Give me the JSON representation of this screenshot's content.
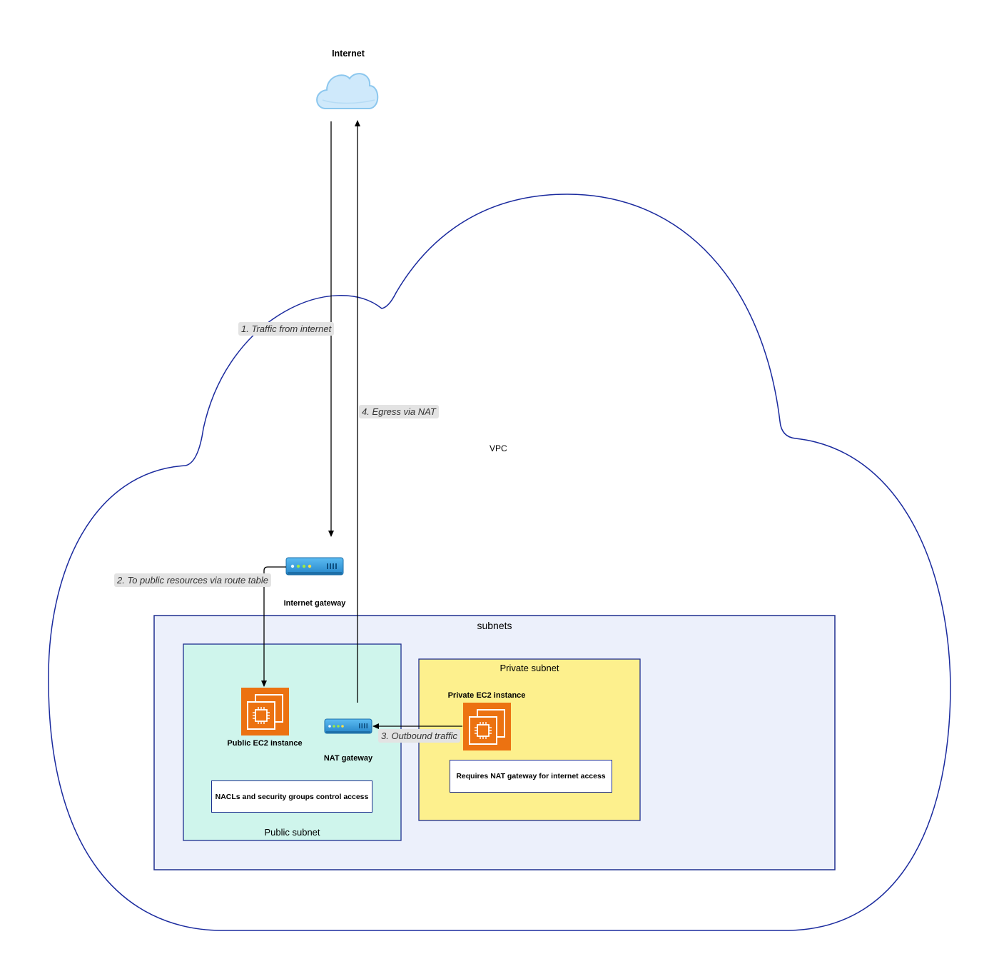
{
  "internet": {
    "label": "Internet"
  },
  "vpc": {
    "label": "VPC"
  },
  "subnets": {
    "label": "subnets"
  },
  "public_subnet": {
    "label": "Public subnet",
    "note": "NACLs and security groups control access"
  },
  "private_subnet": {
    "label": "Private subnet",
    "note": "Requires NAT gateway for internet access"
  },
  "nodes": {
    "internet_gateway": "Internet gateway",
    "nat_gateway": "NAT gateway",
    "public_ec2": "Public EC2 instance",
    "private_ec2": "Private EC2 instance"
  },
  "edges": {
    "e1": "1. Traffic from internet",
    "e2": "2. To public resources via route table",
    "e3": "3. Outbound traffic",
    "e4": "4. Egress via NAT"
  },
  "colors": {
    "vpc_border": "#1a2a9e",
    "subnets_fill": "#ecf0fb",
    "public_fill": "#cff5ec",
    "private_fill": "#fdf08d",
    "ec2_orange": "#ec7211",
    "gateway_blue": "#3da2e0"
  }
}
